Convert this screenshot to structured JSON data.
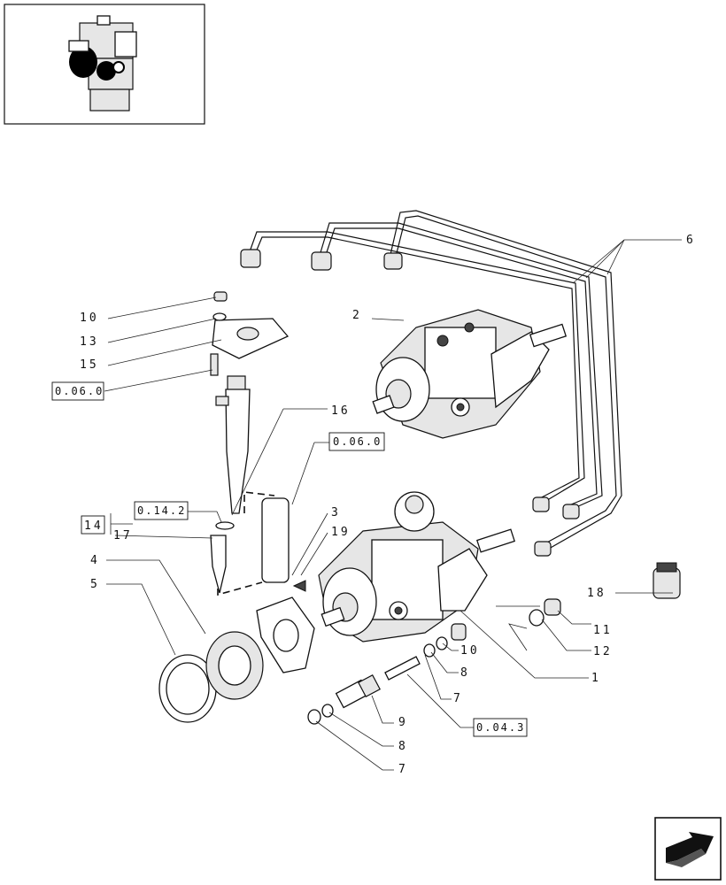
{
  "callouts": {
    "c1": "1",
    "c2": "2",
    "c3": "3",
    "c4": "4",
    "c5": "5",
    "c6": "6",
    "c7a": "7",
    "c7b": "7",
    "c8a": "8",
    "c8b": "8",
    "c9": "9",
    "c10a": "10",
    "c10b": "10",
    "c11": "11",
    "c12": "12",
    "c13": "13",
    "c14": "14",
    "c15": "15",
    "c16": "16",
    "c17": "17",
    "c18": "18",
    "c19": "19"
  },
  "references": {
    "ref_a": "0.06.0",
    "ref_b": "0.06.0",
    "ref_c": "0.14.2",
    "ref_d": "0.04.3"
  },
  "icons": {
    "thumbnail": "engine-thumbnail-icon",
    "nav": "next-page-arrow-icon"
  }
}
